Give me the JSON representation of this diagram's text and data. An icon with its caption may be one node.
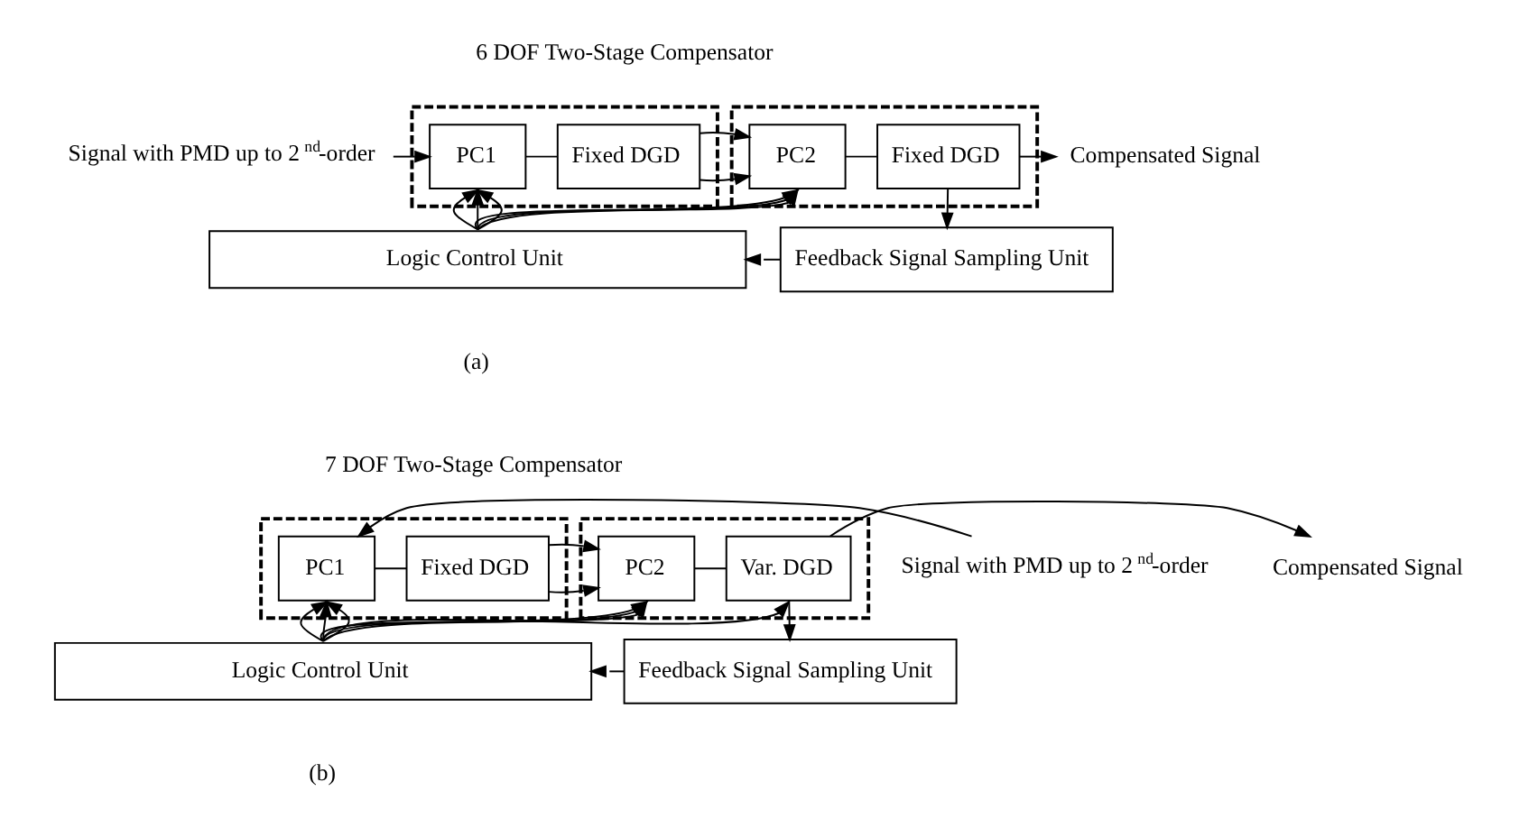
{
  "diagram": {
    "nodes": [
      {
        "text": [
          "Signal with PMD up to 2$^{nd}$-order"
        ]
      },
      {
        "text": [],
        "shape": "box"
      },
      {
        "text": [
          "PC1"
        ],
        "in": 1
      },
      {
        "text": [
          "Fixed DGD"
        ],
        "in": 1
      },
      {
        "text": [],
        "shape": "box"
      },
      {
        "text": [
          "PC2"
        ],
        "in": 4
      },
      {
        "text": [
          "Fixed DGD"
        ],
        "in": 4
      },
      {
        "text": [
          "Compensated Signal"
        ]
      },
      {
        "text": [
          "Logic Control Unit"
        ]
      },
      {
        "text": [
          "Feedback Signal Sampling Unit"
        ]
      },
      {
        "text": [
          "Signal with PMD up to 2$^{nd}$-order"
        ]
      },
      {
        "text": [],
        "shape": "box"
      },
      {
        "text": [
          "PC1"
        ],
        "in": 11
      },
      {
        "text": [
          "Fixed DGD"
        ],
        "in": 11
      },
      {
        "text": [],
        "shape": "box"
      },
      {
        "text": [
          "PC2"
        ],
        "in": 14
      },
      {
        "text": [
          "Var. DGD"
        ],
        "in": 14
      },
      {
        "text": [
          "Compensated Signal"
        ]
      },
      {
        "text": [
          "Logic Control Unit"
        ]
      },
      {
        "text": [
          "Feedback Signal Sampling Unit"
        ]
      }
    ],
    "edges": [
      {
        "from": 0,
        "to": 2,
        "arrow": "to"
      },
      {
        "from": 2,
        "to": 3,
        "arrow": "none"
      },
      {
        "from": 3,
        "to": 5,
        "arrow": "to"
      },
      {
        "from": 5,
        "to": 6,
        "arrow": "none"
      },
      {
        "from": 6,
        "to": 7,
        "arrow": "to"
      },
      {
        "from": 6,
        "to": 9,
        "arrow": "to"
      },
      {
        "from": 9,
        "to": 8,
        "arrow": "to"
      },
      {
        "from": 8,
        "to": 2,
        "arrow": "to"
      },
      {
        "from": 8,
        "to": 2,
        "arrow": "to"
      },
      {
        "from": 8,
        "to": 2,
        "arrow": "to"
      },
      {
        "from": 8,
        "to": 5,
        "arrow": "to"
      },
      {
        "from": 8,
        "to": 5,
        "arrow": "to"
      },
      {
        "from": 8,
        "to": 5,
        "arrow": "to"
      },
      {
        "from": 10,
        "to": 12,
        "arrow": "to"
      },
      {
        "from": 12,
        "to": 13,
        "arrow": "none"
      },
      {
        "from": 13,
        "to": 15,
        "arrow": "to"
      },
      {
        "from": 15,
        "to": 16,
        "arrow": "none"
      },
      {
        "from": 16,
        "to": 17,
        "arrow": "to"
      },
      {
        "from": 16,
        "to": 19,
        "arrow": "to"
      },
      {
        "from": 19,
        "to": 18,
        "arrow": "to"
      },
      {
        "from": 18,
        "to": 12,
        "arrow": "to"
      },
      {
        "from": 18,
        "to": 12,
        "arrow": "to"
      },
      {
        "from": 18,
        "to": 12,
        "arrow": "to"
      },
      {
        "from": 18,
        "to": 15,
        "arrow": "to"
      },
      {
        "from": 18,
        "to": 15,
        "arrow": "to"
      },
      {
        "from": 18,
        "to": 15,
        "arrow": "to"
      },
      {
        "from": 18,
        "to": 16,
        "arrow": "to"
      }
    ],
    "labels": [
      "6 DOF Two-Stage Compensator",
      "(a)",
      "7 DOF Two-Stage Compensator",
      "(b)"
    ]
  }
}
